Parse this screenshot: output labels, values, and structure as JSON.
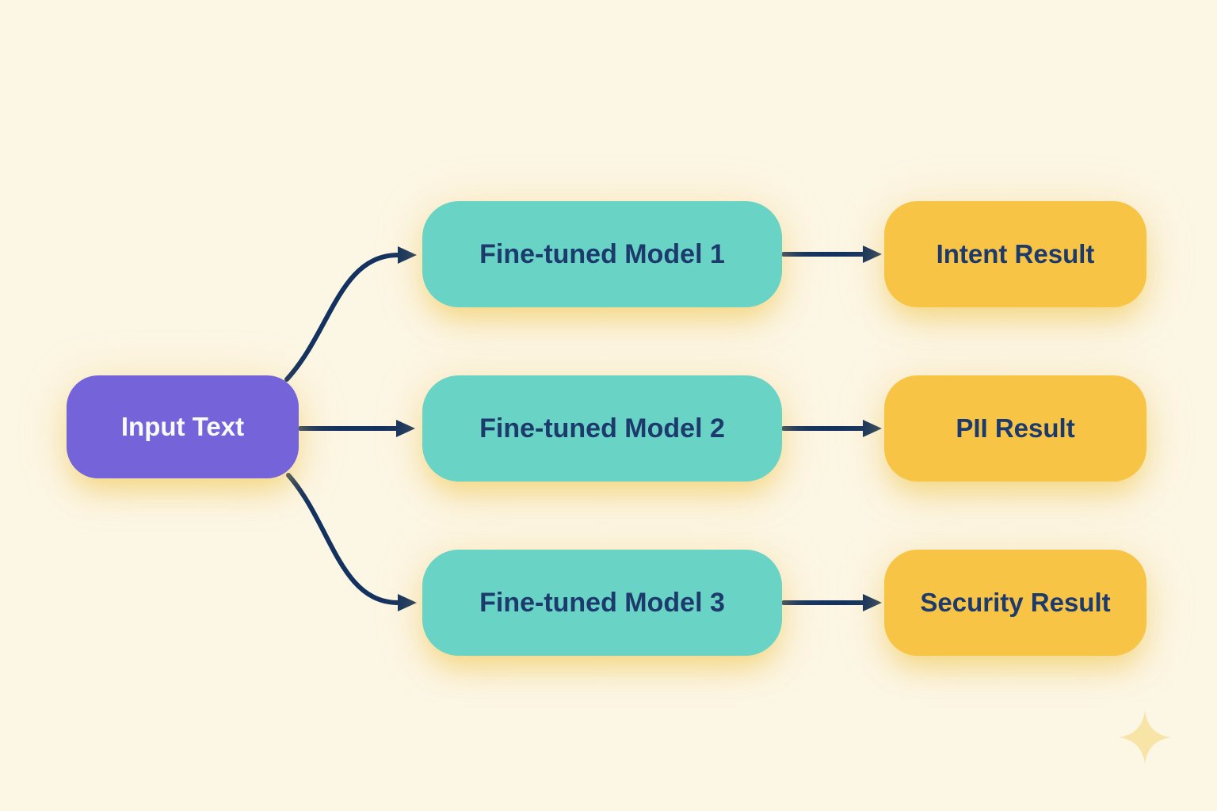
{
  "colors": {
    "background": "#fcf6e5",
    "input_node": "#7463d9",
    "model_node": "#69d3c5",
    "result_node": "#f8c445",
    "input_text": "#faf9fc",
    "node_text": "#1d3a6d",
    "arrow": "#14325f",
    "sparkle": "#f7e4a6"
  },
  "nodes": {
    "input": {
      "label": "Input Text"
    },
    "models": [
      {
        "label": "Fine-tuned Model 1"
      },
      {
        "label": "Fine-tuned Model 2"
      },
      {
        "label": "Fine-tuned Model 3"
      }
    ],
    "results": [
      {
        "label": "Intent Result"
      },
      {
        "label": "PII Result"
      },
      {
        "label": "Security Result"
      }
    ]
  },
  "icons": {
    "sparkle": "four-point-star"
  }
}
